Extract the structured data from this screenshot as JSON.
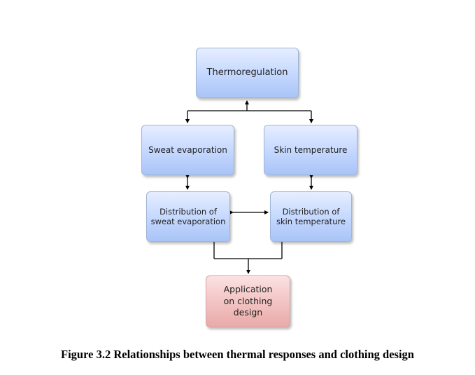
{
  "nodes": {
    "thermoregulation": "Thermoregulation",
    "sweat_evaporation": "Sweat evaporation",
    "skin_temperature": "Skin temperature",
    "distribution_sweat": "Distribution of\nsweat evaporation",
    "distribution_skin": "Distribution of\nskin temperature",
    "application": "Application\non clothing\ndesign"
  },
  "caption": "Figure 3.2 Relationships between thermal responses and clothing design",
  "colors": {
    "node_blue": "#c9dbff",
    "node_pink": "#f3c4c4",
    "connector": "#000000"
  }
}
